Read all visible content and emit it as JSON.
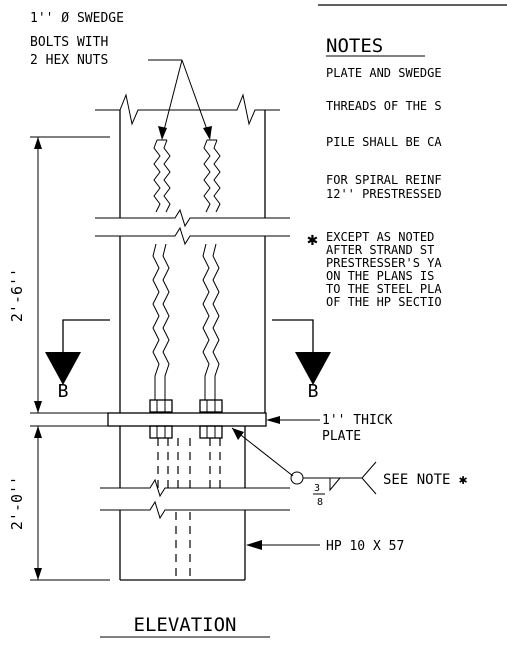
{
  "callouts": {
    "swedge_line1": "1'' Ø SWEDGE",
    "swedge_line2": "BOLTS WITH",
    "swedge_line3": "2 HEX NUTS",
    "plate_line1": "1'' THICK",
    "plate_line2": "PLATE",
    "weld_size_num": "3",
    "weld_size_den": "8",
    "see_note": "SEE NOTE ✱",
    "hp_section": "HP 10 X 57"
  },
  "dimensions": {
    "upper": "2'-6''",
    "lower": "2'-0''"
  },
  "section_marks": {
    "left": "B",
    "right": "B"
  },
  "notes": {
    "heading": "NOTES",
    "line1": "PLATE AND SWEDGE",
    "line2": "THREADS OF THE S",
    "line3": "PILE SHALL BE CA",
    "line4a": "FOR SPIRAL REINF",
    "line4b": "12'' PRESTRESSED",
    "star": "✱",
    "line5a": "EXCEPT AS NOTED",
    "line5b": "AFTER STRAND ST",
    "line5c": "PRESTRESSER'S YA",
    "line5d": "ON THE PLANS IS",
    "line5e": "TO THE STEEL PLA",
    "line5f": "OF THE HP SECTIO"
  },
  "view_title": "ELEVATION"
}
